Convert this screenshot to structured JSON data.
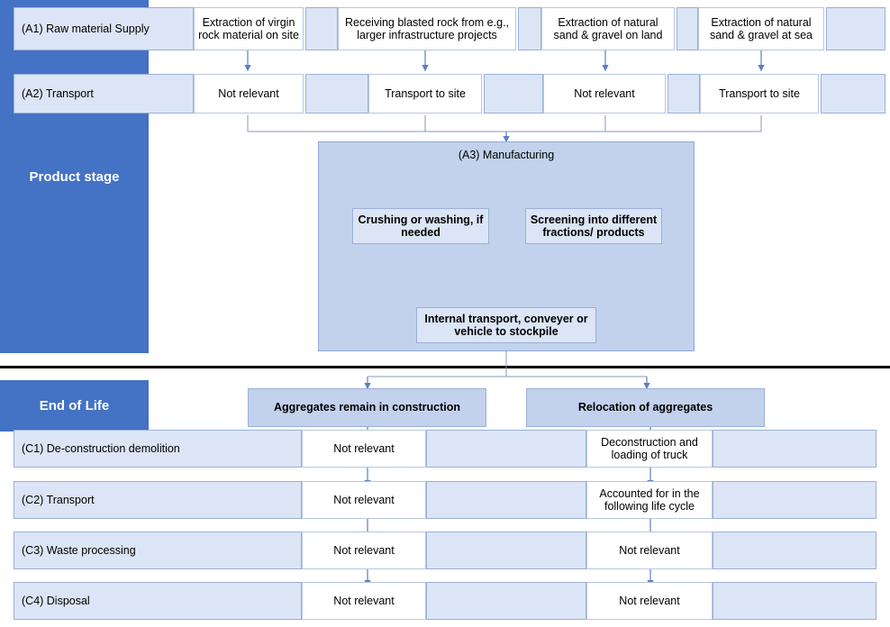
{
  "stages": {
    "product": "Product stage",
    "end_of_life": "End of Life"
  },
  "rows": {
    "a1": {
      "label": "(A1) Raw material Supply",
      "cells": [
        "Extraction of virgin rock material on site",
        "Receiving blasted rock from e.g., larger infrastructure projects",
        "Extraction of natural sand & gravel on land",
        "Extraction of natural sand & gravel at sea"
      ]
    },
    "a2": {
      "label": "(A2) Transport",
      "cells": [
        "Not relevant",
        "Transport to site",
        "Not relevant",
        "Transport to site"
      ]
    },
    "a3": {
      "title": "(A3) Manufacturing",
      "crushing": "Crushing or washing, if needed",
      "screening": "Screening into different fractions/ products",
      "internal": "Internal transport, conveyer or vehicle to stockpile"
    },
    "eol_headers": [
      "Aggregates remain in construction",
      "Relocation of aggregates"
    ],
    "c1": {
      "label": "(C1) De-construction demolition",
      "cells": [
        "Not relevant",
        "Deconstruction and loading of truck"
      ]
    },
    "c2": {
      "label": "(C2) Transport",
      "cells": [
        "Not relevant",
        "Accounted for in the following life cycle"
      ]
    },
    "c3": {
      "label": "(C3) Waste processing",
      "cells": [
        "Not relevant",
        "Not relevant"
      ]
    },
    "c4": {
      "label": "(C4) Disposal",
      "cells": [
        "Not relevant",
        "Not relevant"
      ]
    }
  },
  "colors": {
    "stage_fill": "#4472c4",
    "light_blue": "#dbe5f5",
    "mid_blue": "#c2d2ec",
    "border": "#9ab0d8"
  }
}
